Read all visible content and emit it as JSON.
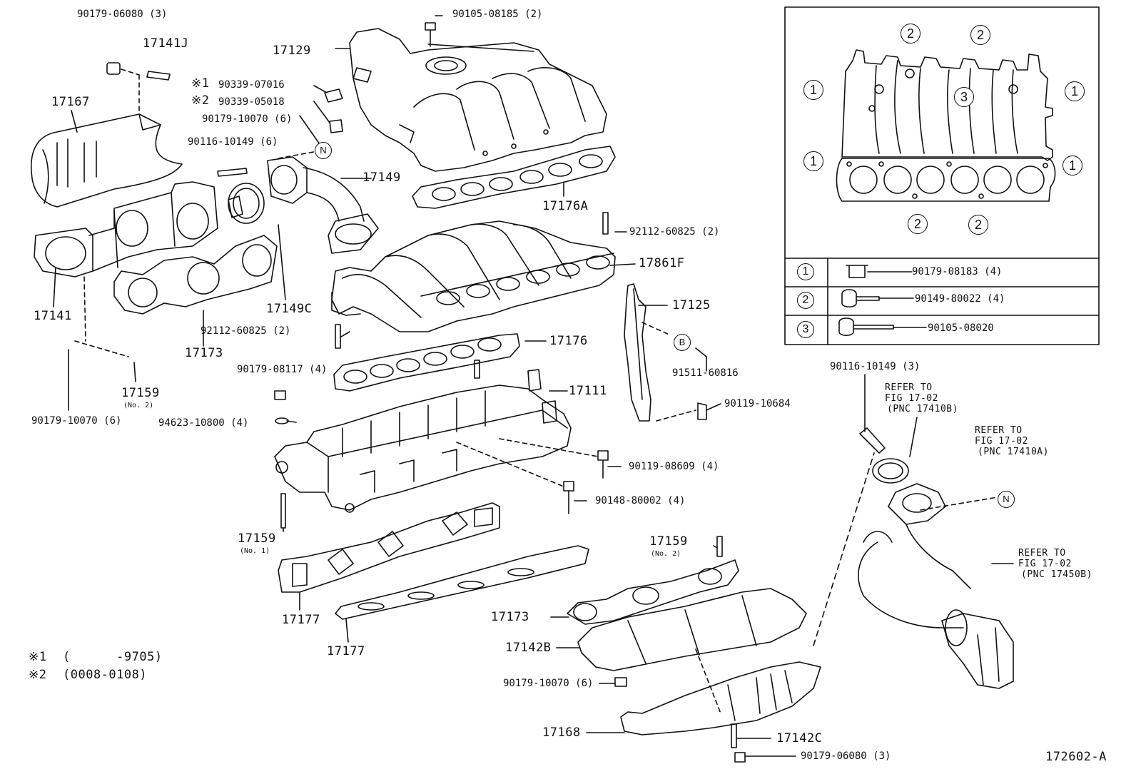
{
  "diagram_id": "172602-A",
  "notes": [
    {
      "symbol": "※1",
      "range": "(      -9705)"
    },
    {
      "symbol": "※2",
      "range": "(0008-0108)"
    }
  ],
  "callouts": {
    "c_90179_06080_top": "90179-06080 (3)",
    "c_17141J": "17141J",
    "c_17167": "17167",
    "c_mark1": "※1",
    "c_90339_07016": "90339-07016",
    "c_mark2": "※2",
    "c_90339_05018": "90339-05018",
    "c_90179_10070_a": "90179-10070 (6)",
    "c_90116_10149_6": "90116-10149 (6)",
    "c_17129": "17129",
    "c_90105_08185": "90105-08185 (2)",
    "c_17149": "17149",
    "c_17176A": "17176A",
    "c_92112_60825_a": "92112-60825 (2)",
    "c_17861F": "17861F",
    "c_17141": "17141",
    "c_17149C": "17149C",
    "c_17173_a": "17173",
    "c_92112_60825_b": "92112-60825 (2)",
    "c_17176": "17176",
    "c_17125": "17125",
    "c_91511_60816": "91511-60816",
    "c_90179_10070_b": "90179-10070 (6)",
    "c_17159_a": "17159",
    "c_17159_a_sub": "(No. 2)",
    "c_90179_08117": "90179-08117 (4)",
    "c_94623_10800": "94623-10800 (4)",
    "c_17111": "17111",
    "c_90119_10684": "90119-10684",
    "c_90119_08609": "90119-08609 (4)",
    "c_90148_80002": "90148-80002 (4)",
    "c_17159_b": "17159",
    "c_17159_b_sub": "(No. 1)",
    "c_17177_a": "17177",
    "c_17177_b": "17177",
    "c_17159_c": "17159",
    "c_17159_c_sub": "(No. 2)",
    "c_17173_b": "17173",
    "c_17142B": "17142B",
    "c_90179_10070_c": "90179-10070 (6)",
    "c_17168": "17168",
    "c_17142C": "17142C",
    "c_90179_06080_bot": "90179-06080 (3)",
    "c_90116_10149_3": "90116-10149 (3)",
    "ref1_l1": "REFER TO",
    "ref1_l2": "FIG 17-02",
    "ref1_l3": "(PNC 17410B)",
    "ref2_l1": "REFER TO",
    "ref2_l2": "FIG 17-02",
    "ref2_l3": "(PNC 17410A)",
    "ref3_l1": "REFER TO",
    "ref3_l2": "FIG 17-02",
    "ref3_l3": "(PNC 17450B)",
    "mark_N1": "N",
    "mark_N2": "N",
    "mark_B": "B"
  },
  "inset": {
    "numbers": {
      "n_tl1": "2",
      "n_tl2": "2",
      "n_l1": "1",
      "n_r1": "1",
      "n_c3": "3",
      "n_l2": "1",
      "n_r2": "1",
      "n_b1": "2",
      "n_b2": "2"
    },
    "legend": [
      {
        "key": "1",
        "part": "90179-08183 (4)"
      },
      {
        "key": "2",
        "part": "90149-80022 (4)"
      },
      {
        "key": "3",
        "part": "90105-08020"
      }
    ]
  }
}
